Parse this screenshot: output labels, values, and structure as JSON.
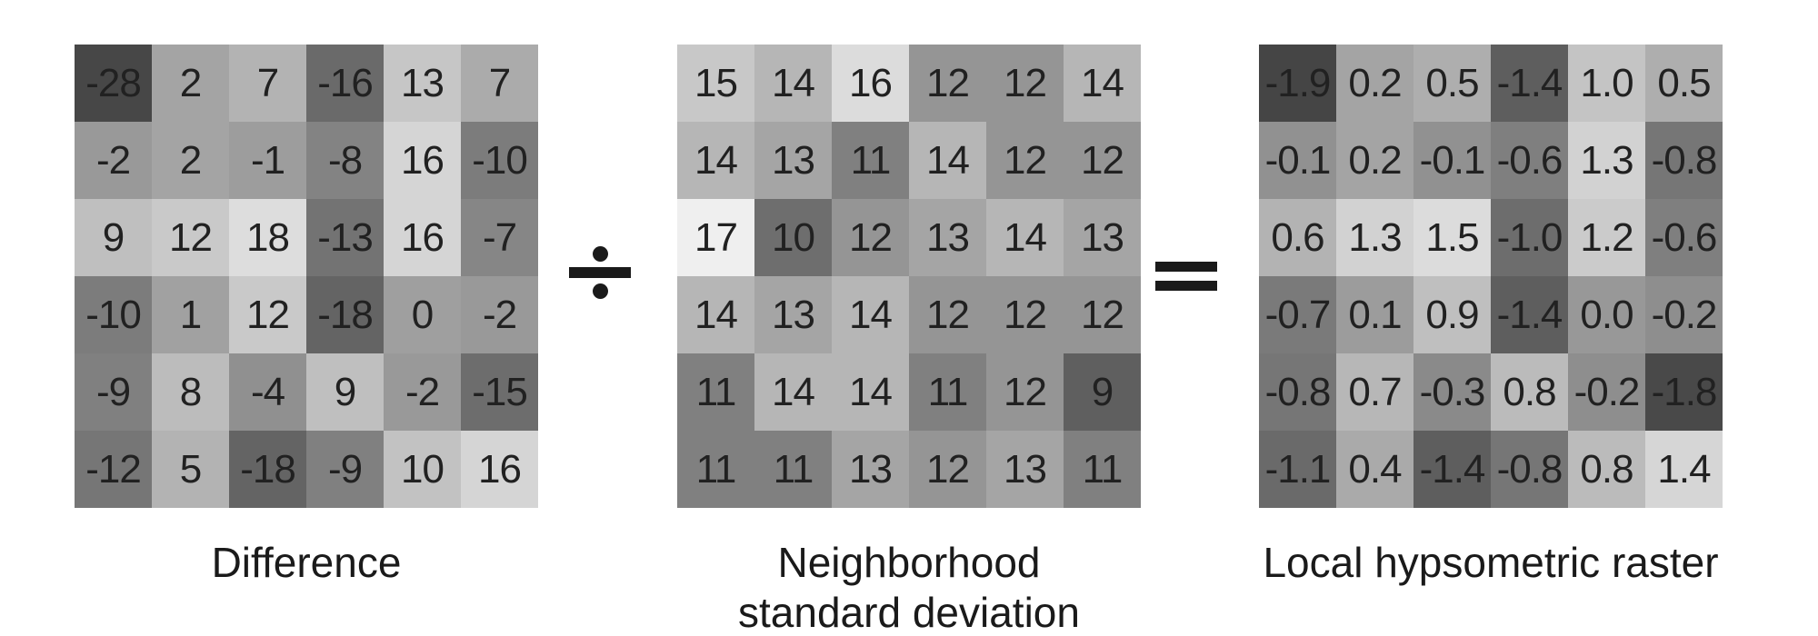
{
  "figure": {
    "description_equation": "Difference ÷ Neighborhood standard deviation = Local hypsometric raster"
  },
  "colors": {
    "background": "#ffffff",
    "ink": "#1a1a1a",
    "cell_text": "#212121"
  },
  "operators": [
    {
      "name": "divide",
      "glyph": "÷"
    },
    {
      "name": "equals",
      "glyph": "="
    }
  ],
  "grids": [
    {
      "name": "difference",
      "label_lines": [
        "Difference"
      ],
      "values": [
        [
          "-28",
          "2",
          "7",
          "-16",
          "13",
          "7"
        ],
        [
          "-2",
          "2",
          "-1",
          "-8",
          "16",
          "-10"
        ],
        [
          "9",
          "12",
          "18",
          "-13",
          "16",
          "-7"
        ],
        [
          "-10",
          "1",
          "12",
          "-18",
          "0",
          "-2"
        ],
        [
          "-9",
          "8",
          "-4",
          "9",
          "-2",
          "-15"
        ],
        [
          "-12",
          "5",
          "-18",
          "-9",
          "10",
          "16"
        ]
      ],
      "colors": [
        [
          "#474747",
          "#a4a4a4",
          "#b3b3b3",
          "#6a6a6a",
          "#c6c6c6",
          "#ababab"
        ],
        [
          "#999999",
          "#a4a4a4",
          "#9d9d9d",
          "#838383",
          "#d5d5d5",
          "#7c7c7c"
        ],
        [
          "#bfbfbf",
          "#c9c9c9",
          "#dddddd",
          "#737373",
          "#d5d5d5",
          "#868686"
        ],
        [
          "#7c7c7c",
          "#a1a1a1",
          "#c9c9c9",
          "#646464",
          "#9f9f9f",
          "#999999"
        ],
        [
          "#808080",
          "#bcbcbc",
          "#909090",
          "#bfbfbf",
          "#999999",
          "#6d6d6d"
        ],
        [
          "#767676",
          "#b3b3b3",
          "#646464",
          "#808080",
          "#c2c2c2",
          "#d5d5d5"
        ]
      ]
    },
    {
      "name": "neighborhood-standard-deviation",
      "label_lines": [
        "Neighborhood",
        "standard deviation"
      ],
      "values": [
        [
          "15",
          "14",
          "16",
          "12",
          "12",
          "14"
        ],
        [
          "14",
          "13",
          "11",
          "14",
          "12",
          "12"
        ],
        [
          "17",
          "10",
          "12",
          "13",
          "14",
          "13"
        ],
        [
          "14",
          "13",
          "14",
          "12",
          "12",
          "12"
        ],
        [
          "11",
          "14",
          "14",
          "11",
          "12",
          "9"
        ],
        [
          "11",
          "11",
          "13",
          "12",
          "13",
          "11"
        ]
      ],
      "colors": [
        [
          "#c8c8c8",
          "#b6b6b6",
          "#dcdcdc",
          "#959595",
          "#959595",
          "#b6b6b6"
        ],
        [
          "#b6b6b6",
          "#a5a5a5",
          "#808080",
          "#b6b6b6",
          "#959595",
          "#959595"
        ],
        [
          "#efefef",
          "#6e6e6e",
          "#959595",
          "#a5a5a5",
          "#b6b6b6",
          "#a5a5a5"
        ],
        [
          "#b6b6b6",
          "#a5a5a5",
          "#b6b6b6",
          "#959595",
          "#959595",
          "#959595"
        ],
        [
          "#808080",
          "#b6b6b6",
          "#b6b6b6",
          "#808080",
          "#959595",
          "#5f5f5f"
        ],
        [
          "#808080",
          "#808080",
          "#a5a5a5",
          "#959595",
          "#a5a5a5",
          "#808080"
        ]
      ]
    },
    {
      "name": "local-hypsometric-raster",
      "label_lines": [
        "Local hypsometric raster"
      ],
      "values": [
        [
          "-1.9",
          "0.2",
          "0.5",
          "-1.4",
          "1.0",
          "0.5"
        ],
        [
          "-0.1",
          "0.2",
          "-0.1",
          "-0.6",
          "1.3",
          "-0.8"
        ],
        [
          "0.6",
          "1.3",
          "1.5",
          "-1.0",
          "1.2",
          "-0.6"
        ],
        [
          "-0.7",
          "0.1",
          "0.9",
          "-1.4",
          "0.0",
          "-0.2"
        ],
        [
          "-0.8",
          "0.7",
          "-0.3",
          "0.8",
          "-0.2",
          "-1.8"
        ],
        [
          "-1.1",
          "0.4",
          "-1.4",
          "-0.8",
          "0.8",
          "1.4"
        ]
      ],
      "colors": [
        [
          "#454545",
          "#a4a4a4",
          "#aeaeae",
          "#5e5e5e",
          "#c4c4c4",
          "#aeaeae"
        ],
        [
          "#919191",
          "#a4a4a4",
          "#919191",
          "#7f7f7f",
          "#d2d2d2",
          "#767676"
        ],
        [
          "#b3b3b3",
          "#d2d2d2",
          "#dcdcdc",
          "#6d6d6d",
          "#cbcbcb",
          "#7f7f7f"
        ],
        [
          "#7a7a7a",
          "#9c9c9c",
          "#bfbfbf",
          "#5e5e5e",
          "#989898",
          "#8e8e8e"
        ],
        [
          "#767676",
          "#b7b7b7",
          "#8a8a8a",
          "#bbbbbb",
          "#8e8e8e",
          "#494949"
        ],
        [
          "#6a6a6a",
          "#aaaaaa",
          "#5e5e5e",
          "#767676",
          "#bbbbbb",
          "#d6d6d6"
        ]
      ]
    }
  ],
  "chart_data": [
    {
      "type": "heatmap",
      "title": "Difference",
      "rows": 6,
      "cols": 6,
      "values": [
        [
          -28,
          2,
          7,
          -16,
          13,
          7
        ],
        [
          -2,
          2,
          -1,
          -8,
          16,
          -10
        ],
        [
          9,
          12,
          18,
          -13,
          16,
          -7
        ],
        [
          -10,
          1,
          12,
          -18,
          0,
          -2
        ],
        [
          -9,
          8,
          -4,
          9,
          -2,
          -15
        ],
        [
          -12,
          5,
          -18,
          -9,
          10,
          16
        ]
      ],
      "value_range": [
        -28,
        18
      ],
      "colormap": "grayscale, dark = low value, light = high value"
    },
    {
      "type": "heatmap",
      "title": "Neighborhood standard deviation",
      "rows": 6,
      "cols": 6,
      "values": [
        [
          15,
          14,
          16,
          12,
          12,
          14
        ],
        [
          14,
          13,
          11,
          14,
          12,
          12
        ],
        [
          17,
          10,
          12,
          13,
          14,
          13
        ],
        [
          14,
          13,
          14,
          12,
          12,
          12
        ],
        [
          11,
          14,
          14,
          11,
          12,
          9
        ],
        [
          11,
          11,
          13,
          12,
          13,
          11
        ]
      ],
      "value_range": [
        9,
        17
      ],
      "colormap": "grayscale, dark = low value, light = high value"
    },
    {
      "type": "heatmap",
      "title": "Local hypsometric raster",
      "rows": 6,
      "cols": 6,
      "values": [
        [
          -1.9,
          0.2,
          0.5,
          -1.4,
          1.0,
          0.5
        ],
        [
          -0.1,
          0.2,
          -0.1,
          -0.6,
          1.3,
          -0.8
        ],
        [
          0.6,
          1.3,
          1.5,
          -1.0,
          1.2,
          -0.6
        ],
        [
          -0.7,
          0.1,
          0.9,
          -1.4,
          0.0,
          -0.2
        ],
        [
          -0.8,
          0.7,
          -0.3,
          0.8,
          -0.2,
          -1.8
        ],
        [
          -1.1,
          0.4,
          -1.4,
          -0.8,
          0.8,
          1.4
        ]
      ],
      "value_range": [
        -1.9,
        1.5
      ],
      "colormap": "grayscale, dark = low value, light = high value"
    }
  ]
}
